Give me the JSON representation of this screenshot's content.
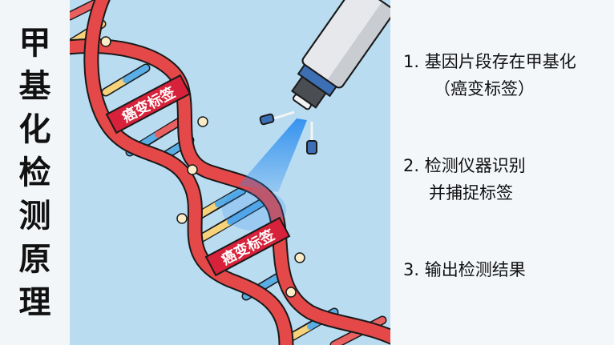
{
  "title": {
    "chars": [
      "甲",
      "基",
      "化",
      "检",
      "测",
      "原",
      "理"
    ]
  },
  "illustration": {
    "tag_label_top": "癌变标签",
    "tag_label_bottom": "癌变标签",
    "colors": {
      "background": "#b9dcf1",
      "backbone": "#e54848",
      "tag": "#d8213a",
      "base_blue": "#5aaee6",
      "base_yellow": "#f6d27a",
      "base_red": "#e96060",
      "nodes": "#fbecc8",
      "instrument": "#e6e8eb",
      "instrument_ring": "#3d6fb5",
      "beam": "#2f8ff0"
    }
  },
  "steps": [
    {
      "line1": "1. 基因片段存在甲基化",
      "line2": "（癌变标签）"
    },
    {
      "line1": "2. 检测仪器识别",
      "line2": "并捕捉标签"
    },
    {
      "line1": "3. 输出检测结果",
      "line2": ""
    }
  ]
}
